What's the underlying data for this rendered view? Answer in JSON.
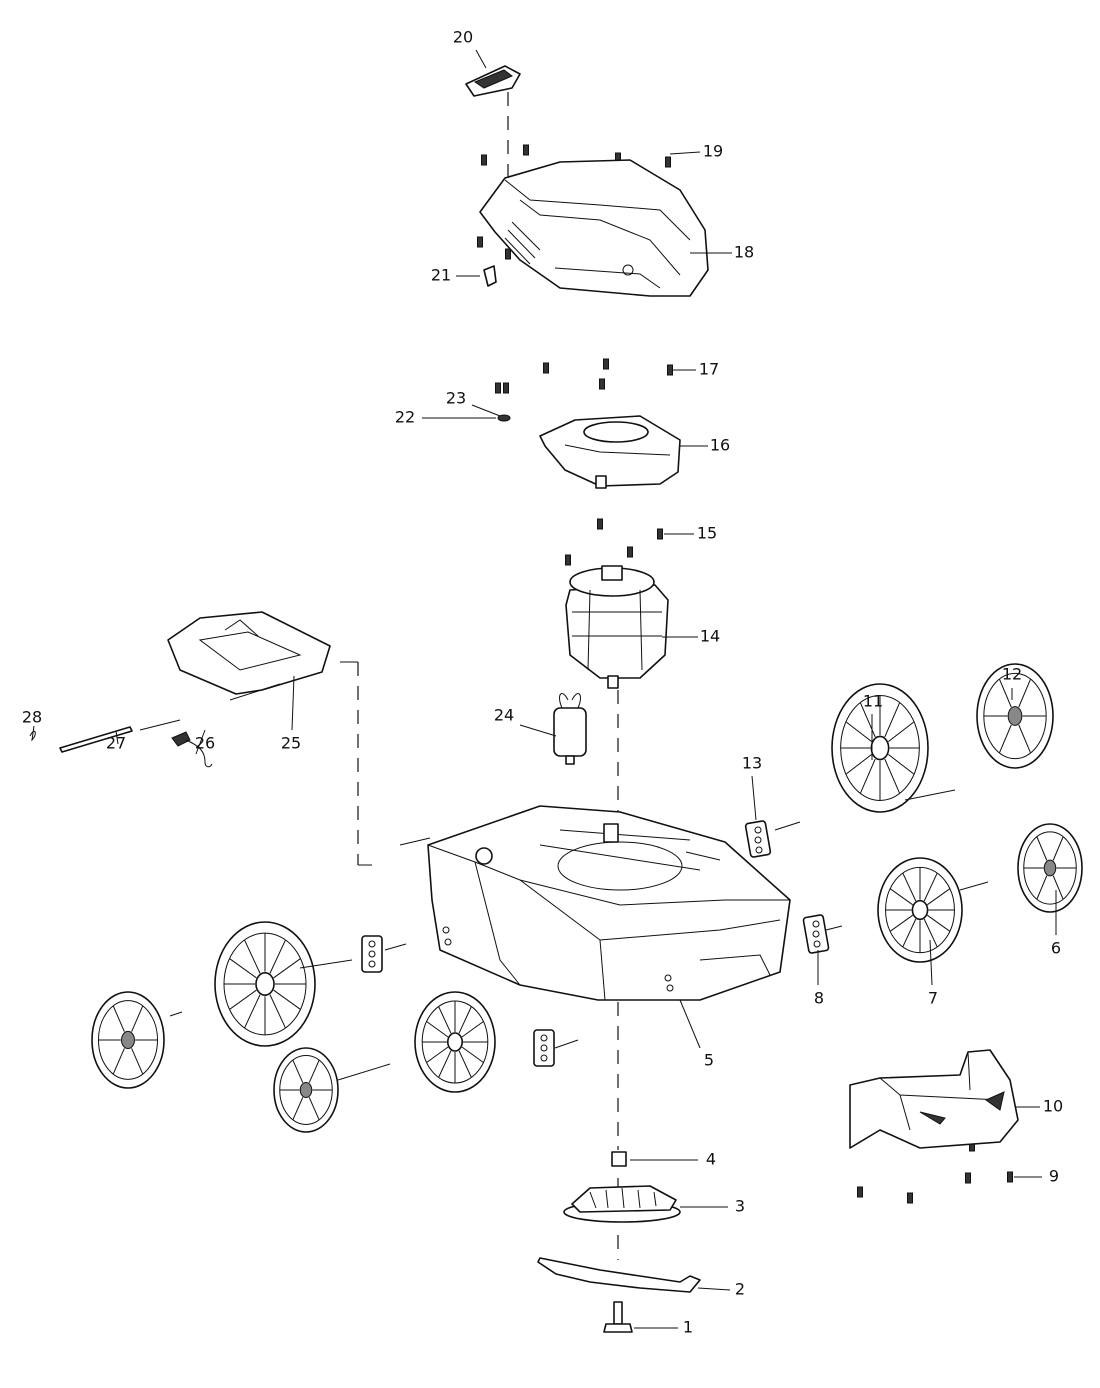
{
  "diagram": {
    "type": "exploded-parts-view",
    "callouts": [
      "1",
      "2",
      "3",
      "4",
      "5",
      "6",
      "7",
      "8",
      "9",
      "10",
      "11",
      "12",
      "13",
      "14",
      "15",
      "16",
      "17",
      "18",
      "19",
      "20",
      "21",
      "22",
      "23",
      "24",
      "25",
      "26",
      "27",
      "28"
    ]
  }
}
